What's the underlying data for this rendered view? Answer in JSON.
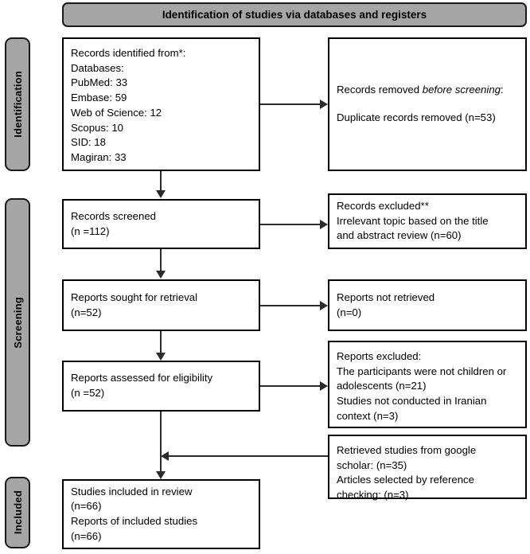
{
  "diagram": {
    "title": "Identification of studies via databases and registers",
    "type": "PRISMA flow diagram",
    "colors": {
      "phase_bar_fill": "#a6a6a6",
      "border": "#000000",
      "connector": "#2b2b2b",
      "background": "#ffffff"
    }
  },
  "phases": [
    {
      "label": "Identification"
    },
    {
      "label": "Screening"
    },
    {
      "label": "Included"
    }
  ],
  "nodes": {
    "records_identified": {
      "lines": [
        "Records identified from*:",
        "Databases:",
        "PubMed: 33",
        "Embase: 59",
        "Web of Science: 12",
        "Scopus: 10",
        "SID: 18",
        "Magiran: 33"
      ]
    },
    "records_removed": {
      "line1_prefix": "Records removed ",
      "line1_italic": "before screening",
      "line1_suffix": ":",
      "line2": "Duplicate records removed (n=53)"
    },
    "records_screened": {
      "lines": [
        "Records screened",
        "(n =112)"
      ]
    },
    "records_excluded": {
      "lines": [
        "Records excluded**",
        "Irrelevant topic based on the title",
        "and abstract review (n=60)"
      ]
    },
    "reports_sought": {
      "lines": [
        "Reports sought for retrieval",
        "(n=52)"
      ]
    },
    "reports_not_retrieved": {
      "lines": [
        "Reports not retrieved",
        "(n=0)"
      ]
    },
    "reports_assessed": {
      "lines": [
        "Reports assessed for eligibility",
        "(n =52)"
      ]
    },
    "reports_excluded": {
      "lines": [
        "Reports excluded:",
        "The participants were not children or",
        "adolescents (n=21)",
        "Studies not conducted in Iranian",
        "context (n=3)"
      ]
    },
    "retrieved_other": {
      "lines": [
        "Retrieved studies from google",
        "scholar: (n=35)",
        "Articles selected by reference",
        "checking: (n=3)"
      ]
    },
    "studies_included": {
      "lines": [
        "Studies included in review",
        "(n=66)",
        "Reports of included studies",
        "(n=66)"
      ]
    }
  }
}
